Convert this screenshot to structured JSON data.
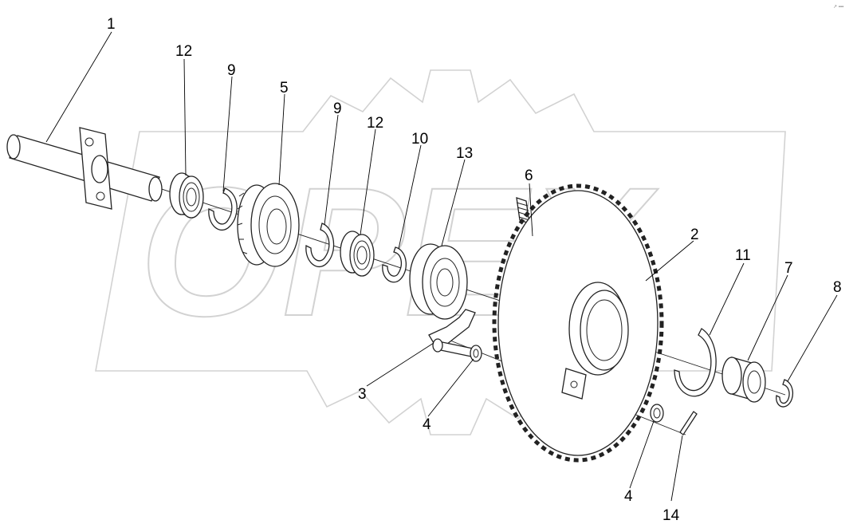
{
  "watermark": {
    "text": "OPEX"
  },
  "corner_mark": "↗ ▪▪▪",
  "callouts": [
    {
      "id": "callout-1",
      "label": "1"
    },
    {
      "id": "callout-12a",
      "label": "12"
    },
    {
      "id": "callout-9a",
      "label": "9"
    },
    {
      "id": "callout-5",
      "label": "5"
    },
    {
      "id": "callout-9b",
      "label": "9"
    },
    {
      "id": "callout-12b",
      "label": "12"
    },
    {
      "id": "callout-10",
      "label": "10"
    },
    {
      "id": "callout-13",
      "label": "13"
    },
    {
      "id": "callout-6",
      "label": "6"
    },
    {
      "id": "callout-2",
      "label": "2"
    },
    {
      "id": "callout-11",
      "label": "11"
    },
    {
      "id": "callout-7",
      "label": "7"
    },
    {
      "id": "callout-8",
      "label": "8"
    },
    {
      "id": "callout-3",
      "label": "3"
    },
    {
      "id": "callout-4a",
      "label": "4"
    },
    {
      "id": "callout-4b",
      "label": "4"
    },
    {
      "id": "callout-14",
      "label": "14"
    }
  ]
}
